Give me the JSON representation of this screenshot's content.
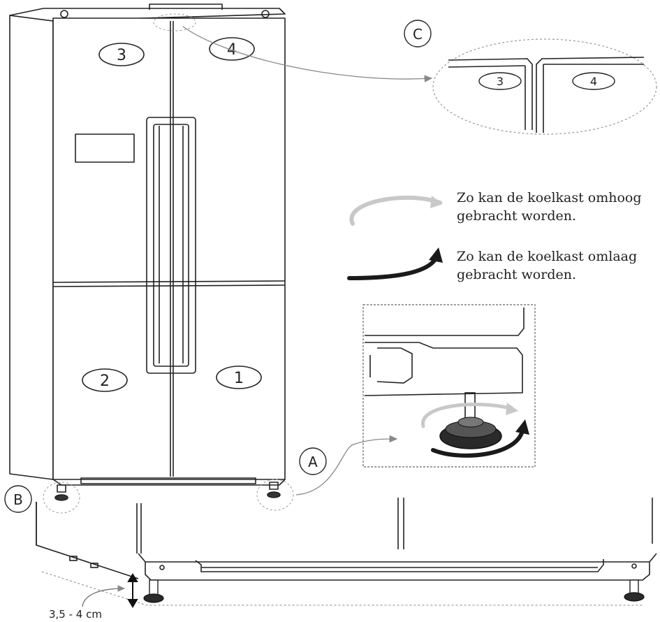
{
  "callouts": {
    "a": "A",
    "b": "B",
    "c": "C"
  },
  "doors": {
    "d1": "1",
    "d2": "2",
    "d3": "3",
    "d4": "4"
  },
  "detail_c": {
    "left": "3",
    "right": "4"
  },
  "legend": {
    "up_line1": "Zo kan de koelkast omhoog",
    "up_line2": "gebracht worden.",
    "down_line1": "Zo kan de koelkast omlaag",
    "down_line2": "gebracht worden."
  },
  "measurement": "3,5 - 4 cm",
  "colors": {
    "line": "#222222",
    "light_arrow": "#c8c8c8",
    "dark_arrow": "#1a1a1a",
    "leader": "#888888"
  }
}
